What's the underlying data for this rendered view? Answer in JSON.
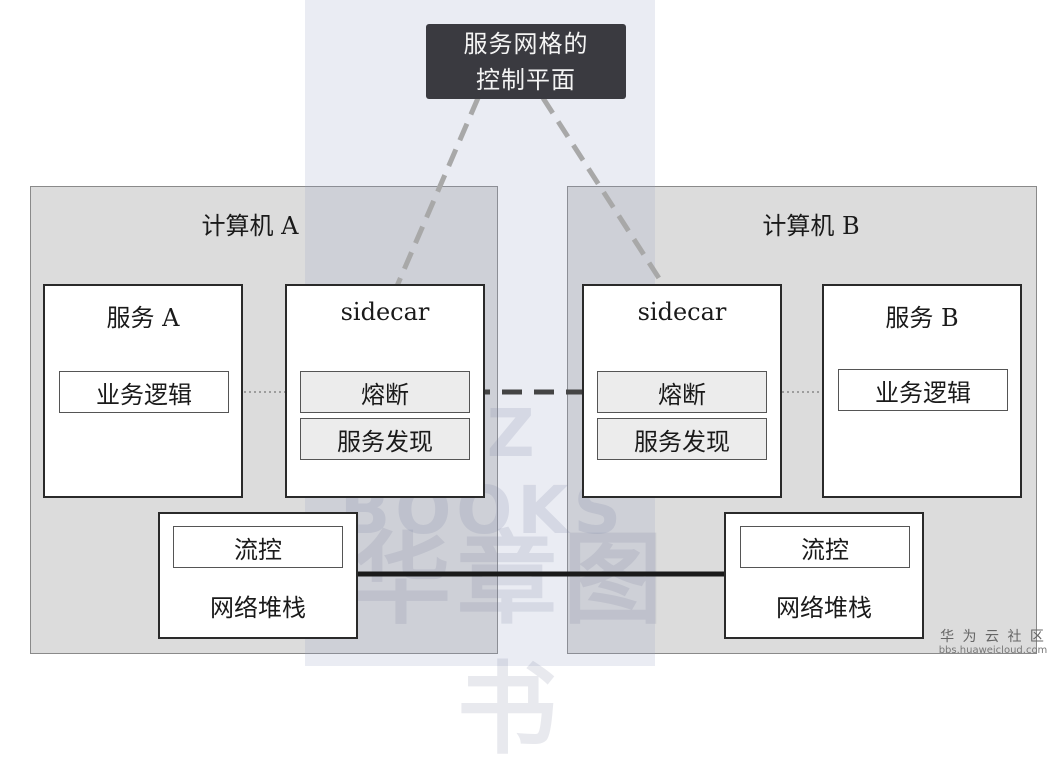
{
  "control_plane": {
    "line1": "服务网格的",
    "line2": "控制平面"
  },
  "machine_a": {
    "title": "计算机 A",
    "service": {
      "title": "服务 A",
      "logic": "业务逻辑"
    },
    "sidecar": {
      "title": "sidecar",
      "breaker": "熔断",
      "discovery": "服务发现"
    },
    "network": {
      "flow": "流控",
      "stack": "网络堆栈"
    }
  },
  "machine_b": {
    "title": "计算机 B",
    "service": {
      "title": "服务 B",
      "logic": "业务逻辑"
    },
    "sidecar": {
      "title": "sidecar",
      "breaker": "熔断",
      "discovery": "服务发现"
    },
    "network": {
      "flow": "流控",
      "stack": "网络堆栈"
    }
  },
  "watermark": {
    "brand_cn": "华章图书",
    "brand_en": "HZ BOOKS",
    "site": "华 为 云 社 区",
    "url": "bbs.huaweicloud.com"
  }
}
